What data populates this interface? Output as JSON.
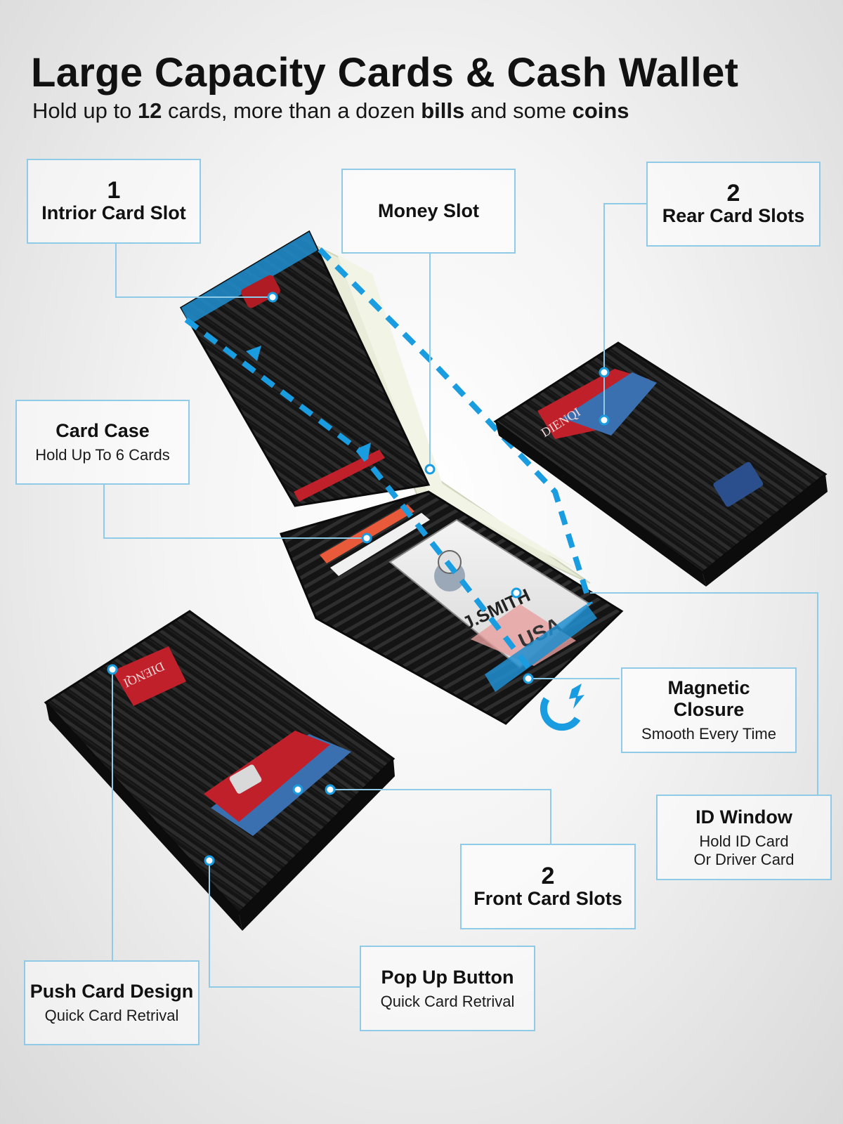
{
  "header": {
    "title": "Large Capacity Cards & Cash Wallet",
    "subtitle": {
      "part1": "Hold up to ",
      "count": "12",
      "part2": " cards, more than a dozen ",
      "bills": "bills",
      "part3": " and some ",
      "coins": "coins"
    }
  },
  "callouts": {
    "interior": {
      "number": "1",
      "title": "Intrior Card Slot"
    },
    "money": {
      "title": "Money Slot"
    },
    "rear": {
      "number": "2",
      "title": "Rear Card Slots"
    },
    "card_case": {
      "title": "Card Case",
      "sub": "Hold Up To 6 Cards"
    },
    "magnetic": {
      "title_line1": "Magnetic",
      "title_line2": "Closure",
      "sub": "Smooth Every Time"
    },
    "id_window": {
      "title": "ID Window",
      "sub_line1": "Hold ID Card",
      "sub_line2": "Or Driver Card"
    },
    "front": {
      "number": "2",
      "title": "Front Card Slots"
    },
    "pop_up": {
      "title": "Pop Up Button",
      "sub": "Quick Card Retrival"
    },
    "push": {
      "title": "Push Card Design",
      "sub": "Quick Card Retrival"
    }
  },
  "product": {
    "brand_text": "DIENQI",
    "id_card_name": "J.SMITH",
    "id_card_country": "USA"
  },
  "colors": {
    "accent_blue": "#1a9de0",
    "callout_border": "#8fcbe6",
    "wallet_black": "#151515",
    "card_red": "#c0202a"
  },
  "icons": {
    "closure": "magnet-icon"
  }
}
